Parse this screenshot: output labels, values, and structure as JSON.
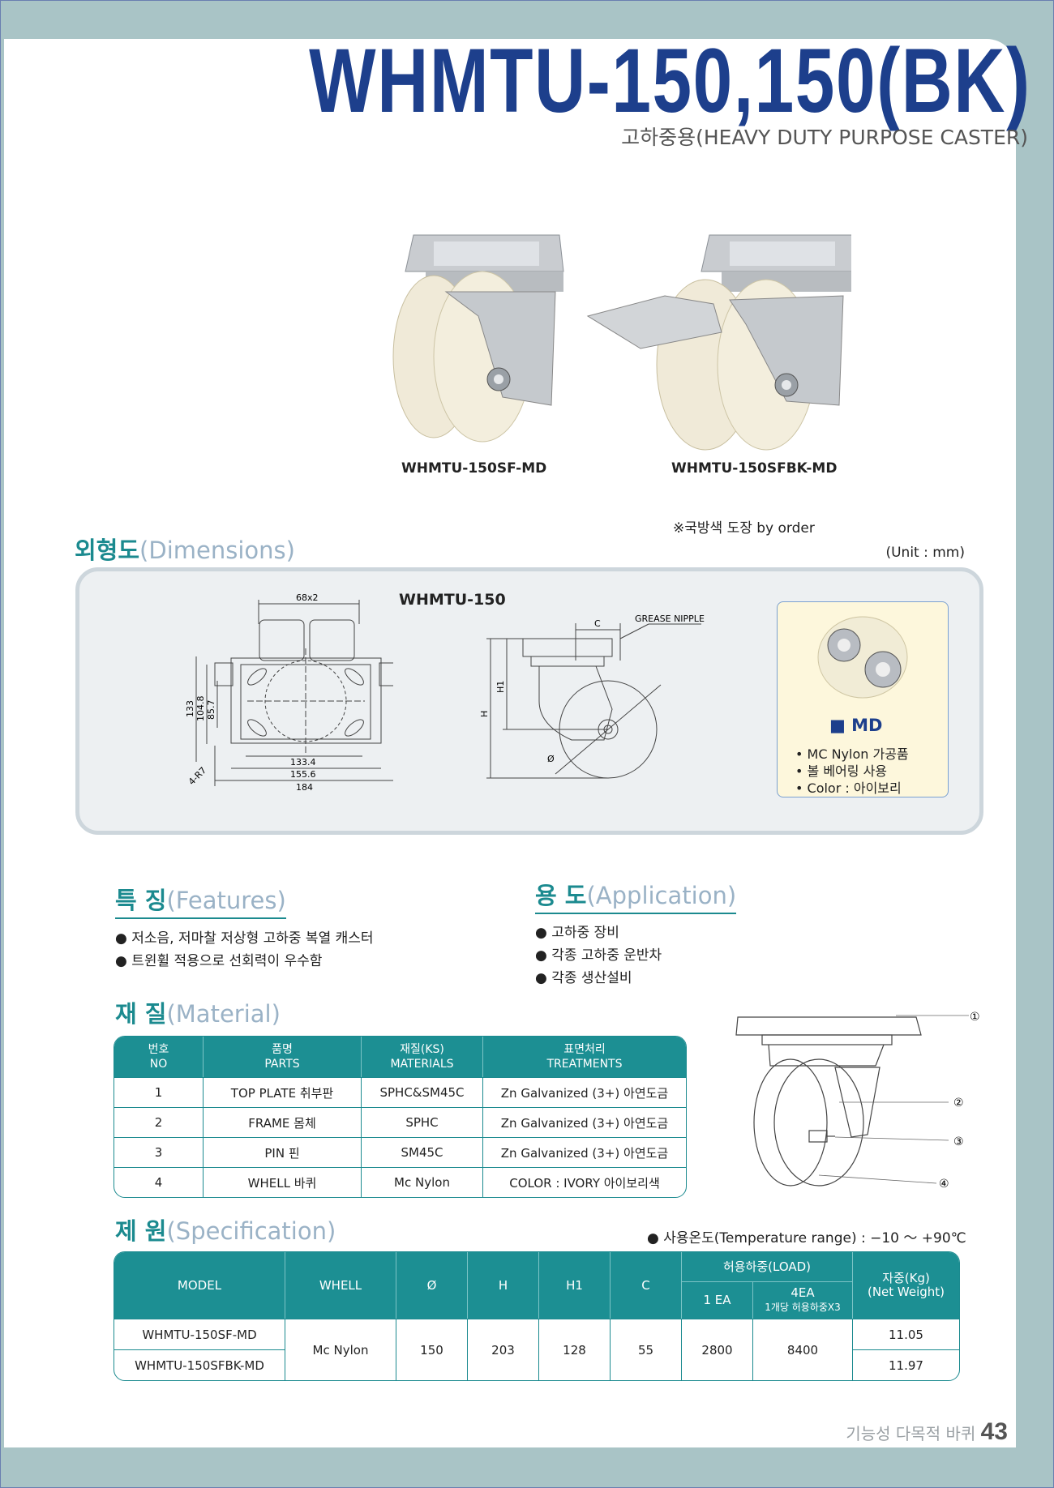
{
  "title": "WHMTU-150,150(BK)",
  "subtitle": "고하중용(HEAVY DUTY PURPOSE CASTER)",
  "photos": {
    "left_caption": "WHMTU-150SF-MD",
    "right_caption": "WHMTU-150SFBK-MD",
    "order_note": "※국방색 도장 by order"
  },
  "dimensions": {
    "heading_ko": "외형도",
    "heading_en": "(Dimensions)",
    "unit": "(Unit : mm)",
    "model": "WHMTU-150",
    "front_labels": {
      "width_top": "68x2",
      "h133": "133",
      "h104": "104.8",
      "h85": "85.7",
      "radius": "4-R7",
      "w133": "133.4",
      "w155": "155.6",
      "w184": "184"
    },
    "side_labels": {
      "c": "C",
      "grease": "GREASE NIPPLE",
      "h1": "H1",
      "h": "H",
      "dia": "Ø"
    },
    "md": {
      "title": "MD",
      "lines": [
        "• MC Nylon 가공품",
        "• 볼 베어링 사용",
        "• Color : 아이보리"
      ]
    }
  },
  "features": {
    "heading_ko": "특 징",
    "heading_en": "(Features)",
    "items": [
      "● 저소음, 저마찰 저상형 고하중 복열 캐스터",
      "● 트윈휠 적용으로 선회력이 우수함"
    ]
  },
  "application": {
    "heading_ko": "용 도",
    "heading_en": "(Application)",
    "items": [
      "● 고하중 장비",
      "● 각종 고하중 운반차",
      "● 각종 생산설비"
    ]
  },
  "material": {
    "heading_ko": "재 질",
    "heading_en": "(Material)",
    "headers": [
      [
        "번호",
        "NO"
      ],
      [
        "품명",
        "PARTS"
      ],
      [
        "재질(KS)",
        "MATERIALS"
      ],
      [
        "표면처리",
        "TREATMENTS"
      ]
    ],
    "rows": [
      [
        "1",
        "TOP PLATE 취부판",
        "SPHC&SM45C",
        "Zn Galvanized (3+) 아연도금"
      ],
      [
        "2",
        "FRAME 몸체",
        "SPHC",
        "Zn Galvanized (3+) 아연도금"
      ],
      [
        "3",
        "PIN 핀",
        "SM45C",
        "Zn Galvanized (3+) 아연도금"
      ],
      [
        "4",
        "WHELL 바퀴",
        "Mc Nylon",
        "COLOR : IVORY 아이보리색"
      ]
    ],
    "callouts": [
      "①",
      "②",
      "③",
      "④"
    ]
  },
  "spec": {
    "heading_ko": "제 원",
    "heading_en": "(Specification)",
    "temp": "● 사용온도(Temperature range) : −10 ～ +90℃",
    "headers": {
      "model": "MODEL",
      "whell": "WHELL",
      "dia": "Ø",
      "h": "H",
      "h1": "H1",
      "c": "C",
      "load": "허용하중(LOAD)",
      "load_1ea": "1 EA",
      "load_4ea": "4EA",
      "load_4ea_sub": "1개당 허용하중X3",
      "weight": "자중(Kg)",
      "weight_en": "(Net Weight)"
    },
    "rows": [
      {
        "model": "WHMTU-150SF-MD",
        "weight": "11.05"
      },
      {
        "model": "WHMTU-150SFBK-MD",
        "weight": "11.97"
      }
    ],
    "shared": {
      "whell": "Mc Nylon",
      "dia": "150",
      "h": "203",
      "h1": "128",
      "c": "55",
      "load_1ea": "2800",
      "load_4ea": "8400"
    }
  },
  "footer": {
    "text": "기능성 다목적 바퀴",
    "page": "43"
  }
}
